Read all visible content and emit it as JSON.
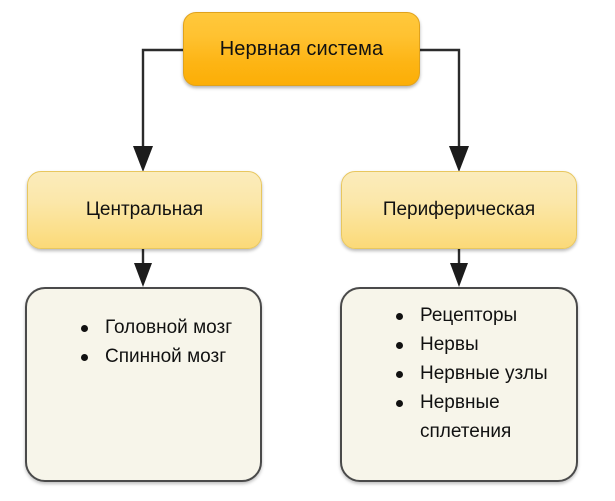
{
  "diagram": {
    "title": "Нервная система",
    "background_color": "#ffffff",
    "root": {
      "label": "Нервная система",
      "fill_top": "#ffc83c",
      "fill_bottom": "#fcae06",
      "border_color": "#e0a21c"
    },
    "branches": [
      {
        "label": "Центральная",
        "fill_top": "#fbecbc",
        "fill_bottom": "#fbd978",
        "border_color": "#e8c75f",
        "items": [
          "Головной мозг",
          "Спинной мозг"
        ]
      },
      {
        "label": "Периферическая",
        "fill_top": "#fbecbc",
        "fill_bottom": "#fbd978",
        "border_color": "#e8c75f",
        "items": [
          "Рецепторы",
          "Нервы",
          "Нервные узлы",
          "Нервные сплетения"
        ]
      }
    ],
    "list_box": {
      "fill": "#f7f5ea",
      "border_color": "#4a4a4a"
    },
    "connector_color": "#2b2b2b"
  }
}
